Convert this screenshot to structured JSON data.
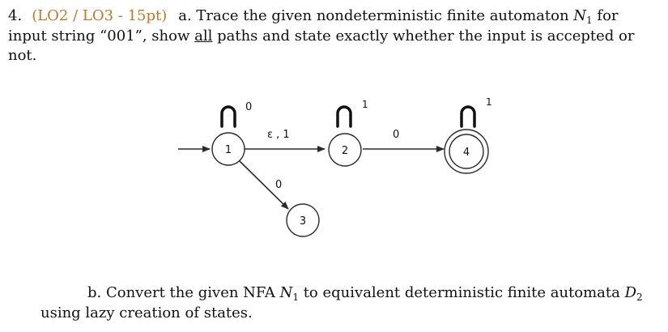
{
  "question": {
    "number": "4.",
    "tag": "(LO2 / LO3 - 15pt)",
    "part_a": {
      "prefix": "a. Trace the given nondeterministic finite automaton",
      "automaton_var": "N",
      "automaton_sub": "1",
      "mid": "for input string “001”, show",
      "emph": "all",
      "suffix": "paths and state exactly whether the input is accepted or not."
    },
    "part_b": {
      "prefix": "b. Convert the given NFA",
      "nfa_var": "N",
      "nfa_sub": "1",
      "mid": "to equivalent deterministic finite automata",
      "dfa_var": "D",
      "dfa_sub": "2",
      "suffix": "using lazy creation of states."
    }
  },
  "diagram": {
    "states": [
      {
        "id": "1",
        "label": "1",
        "accepting": false,
        "start": true
      },
      {
        "id": "2",
        "label": "2",
        "accepting": false,
        "start": false
      },
      {
        "id": "3",
        "label": "3",
        "accepting": false,
        "start": false
      },
      {
        "id": "4",
        "label": "4",
        "accepting": true,
        "start": false
      }
    ],
    "self_loops": [
      {
        "state": "1",
        "label": "0"
      },
      {
        "state": "2",
        "label": "1"
      },
      {
        "state": "4",
        "label": "1"
      }
    ],
    "transitions": [
      {
        "from": "1",
        "to": "2",
        "label": "ε , 1"
      },
      {
        "from": "2",
        "to": "4",
        "label": "0"
      },
      {
        "from": "1",
        "to": "3",
        "label": "0"
      }
    ]
  }
}
